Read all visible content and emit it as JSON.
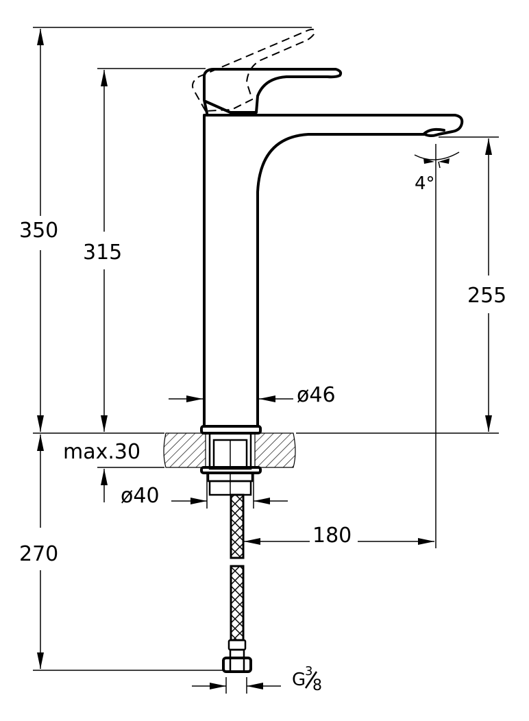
{
  "drawing": {
    "title": "Tall basin mixer technical drawing",
    "units": "mm",
    "colors": {
      "line": "#000000",
      "background": "#ffffff"
    }
  },
  "dimensions": {
    "total_height": "350",
    "body_height": "315",
    "spout_height": "255",
    "body_diameter": "ø46",
    "worktop_thickness": "max.30",
    "hole_diameter": "ø40",
    "spout_reach": "180",
    "below_worktop": "270",
    "connection_thread_main": "G",
    "connection_thread_num": "3",
    "connection_thread_den": "8",
    "spout_angle": "4°"
  },
  "parts": [
    {
      "name": "lever-handle",
      "state": "closed"
    },
    {
      "name": "lever-handle-open",
      "state": "open (dashed)"
    },
    {
      "name": "body"
    },
    {
      "name": "spout"
    },
    {
      "name": "worktop-section"
    },
    {
      "name": "fixing-nut"
    },
    {
      "name": "flexible-hose"
    },
    {
      "name": "hose-connector"
    }
  ]
}
